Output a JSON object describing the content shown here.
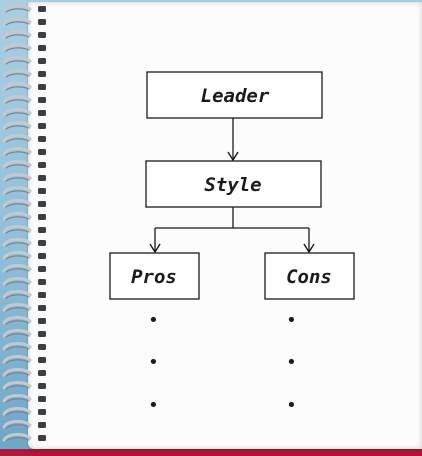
{
  "diagram": {
    "nodes": {
      "leader": "Leader",
      "style": "Style",
      "pros": "Pros",
      "cons": "Cons"
    },
    "bullets": {
      "pros": [
        "•",
        "•",
        "•"
      ],
      "cons": [
        "•",
        "•",
        "•"
      ]
    },
    "edges": [
      {
        "from": "leader",
        "to": "style"
      },
      {
        "from": "style",
        "to": "pros"
      },
      {
        "from": "style",
        "to": "cons"
      }
    ]
  }
}
